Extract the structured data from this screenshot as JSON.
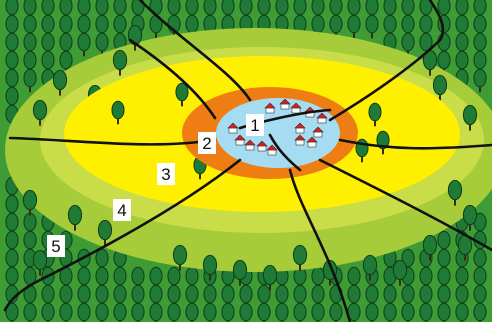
{
  "colors": {
    "forest": "#3f9b34",
    "zone5_grassland": "#a6cc3a",
    "zone4_pasture": "#c8dd47",
    "zone3_fields": "#ffef00",
    "zone2_gardens": "#ee7d14",
    "zone1_village": "#a6dcf2",
    "road": "#111111",
    "tree": "#1f7a35",
    "house_roof": "#d42020",
    "house_wall": "#ffffff"
  },
  "zones": [
    {
      "id": "zone1",
      "label": "1",
      "type": "village"
    },
    {
      "id": "zone2",
      "label": "2",
      "type": "gardens"
    },
    {
      "id": "zone3",
      "label": "3",
      "type": "fields"
    },
    {
      "id": "zone4",
      "label": "4",
      "type": "pasture"
    },
    {
      "id": "zone5",
      "label": "5",
      "type": "grassland"
    }
  ],
  "icons": [
    "tree-icon",
    "house-icon",
    "road-line"
  ]
}
